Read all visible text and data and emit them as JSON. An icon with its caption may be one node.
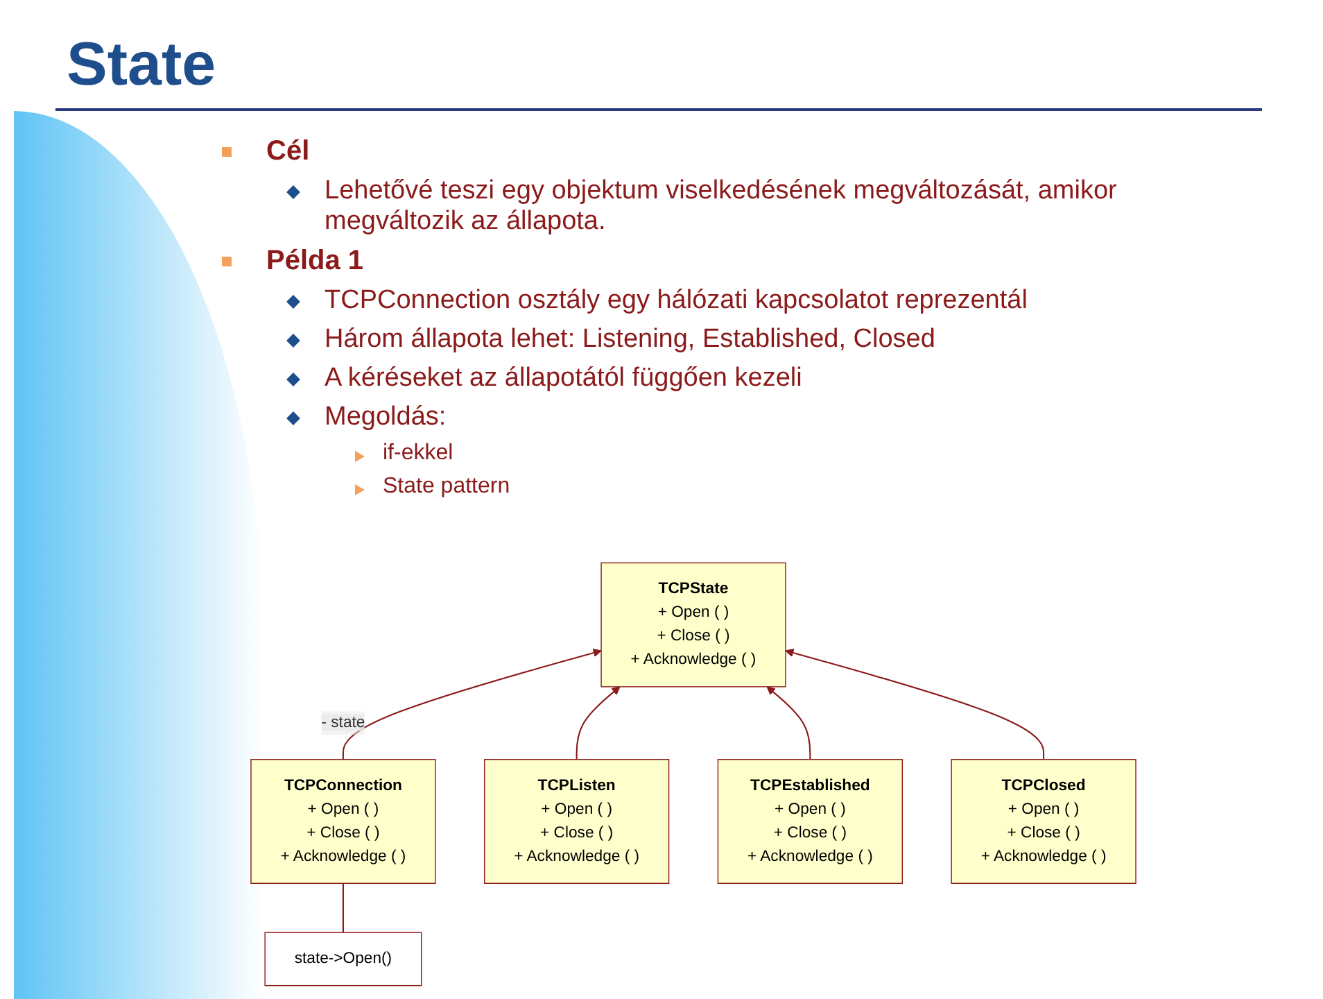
{
  "diagram": {
    "title": "State",
    "nodes": [
      {
        "text": [
          "TCPConnection",
          "+ Open ( )",
          "+ Close ( )",
          "+ Acknowledge ( )"
        ]
      },
      {
        "text": [
          "TCPState",
          "+ Open ( )",
          "+ Close ( )",
          "+ Acknowledge ( )"
        ]
      },
      {
        "text": [
          "TCPListen",
          "+ Open ( )",
          "+ Close ( )",
          "+ Acknowledge ( )"
        ]
      },
      {
        "text": [
          "TCPEstablished",
          "+ Open ( )",
          "+ Close ( )",
          "+ Acknowledge ( )"
        ]
      },
      {
        "text": [
          "TCPClosed",
          "+ Open ( )",
          "+ Close ( )",
          "+ Acknowledge ( )"
        ]
      },
      {
        "text": [
          "state->Open()"
        ]
      }
    ],
    "edges": [
      {
        "from": 0,
        "to": 1,
        "arrow": "to",
        "label": "- state"
      },
      {
        "from": 2,
        "to": 1,
        "arrow": "to"
      },
      {
        "from": 3,
        "to": 1,
        "arrow": "to"
      },
      {
        "from": 4,
        "to": 1,
        "arrow": "to"
      },
      {
        "from": 5,
        "to": 0,
        "arrow": "none"
      }
    ],
    "labels": [
      "Cél",
      "Lehetővé teszi egy objektum viselkedésének megváltozását, amikor megváltozik az állapota.",
      "Példa 1",
      "TCPConnection osztály egy hálózati kapcsolatot reprezentál",
      "Három állapota lehet: Listening, Established, Closed",
      "A kéréseket az állapotától függően kezeli",
      "Megoldás:",
      "if-ekkel",
      "State pattern"
    ]
  }
}
